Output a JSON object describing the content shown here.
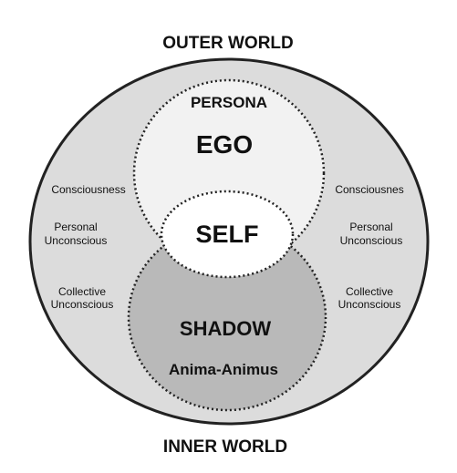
{
  "outer_label": "OUTER WORLD",
  "inner_label": "INNER WORLD",
  "upper_circle_label": "PERSONA",
  "ego_label": "EGO",
  "self_label": "SELF",
  "shadow_label": "SHADOW",
  "anima_label": "Anima-Animus",
  "left_labels": {
    "consciousness": "Consciousness",
    "personal_line1": "Personal",
    "personal_line2": "Unconscious",
    "collective_line1": "Collective",
    "collective_line2": "Unconscious"
  },
  "right_labels": {
    "consciousness": "Consciousnes",
    "personal_line1": "Personal",
    "personal_line2": "Unconscious",
    "collective_line1": "Collective",
    "collective_line2": "Unconscious"
  },
  "colors": {
    "outer_fill": "#dcdcdc",
    "upper_fill": "#f2f2f2",
    "lower_fill": "#b9b9b9",
    "self_fill": "#ffffff",
    "stroke": "#222222"
  }
}
